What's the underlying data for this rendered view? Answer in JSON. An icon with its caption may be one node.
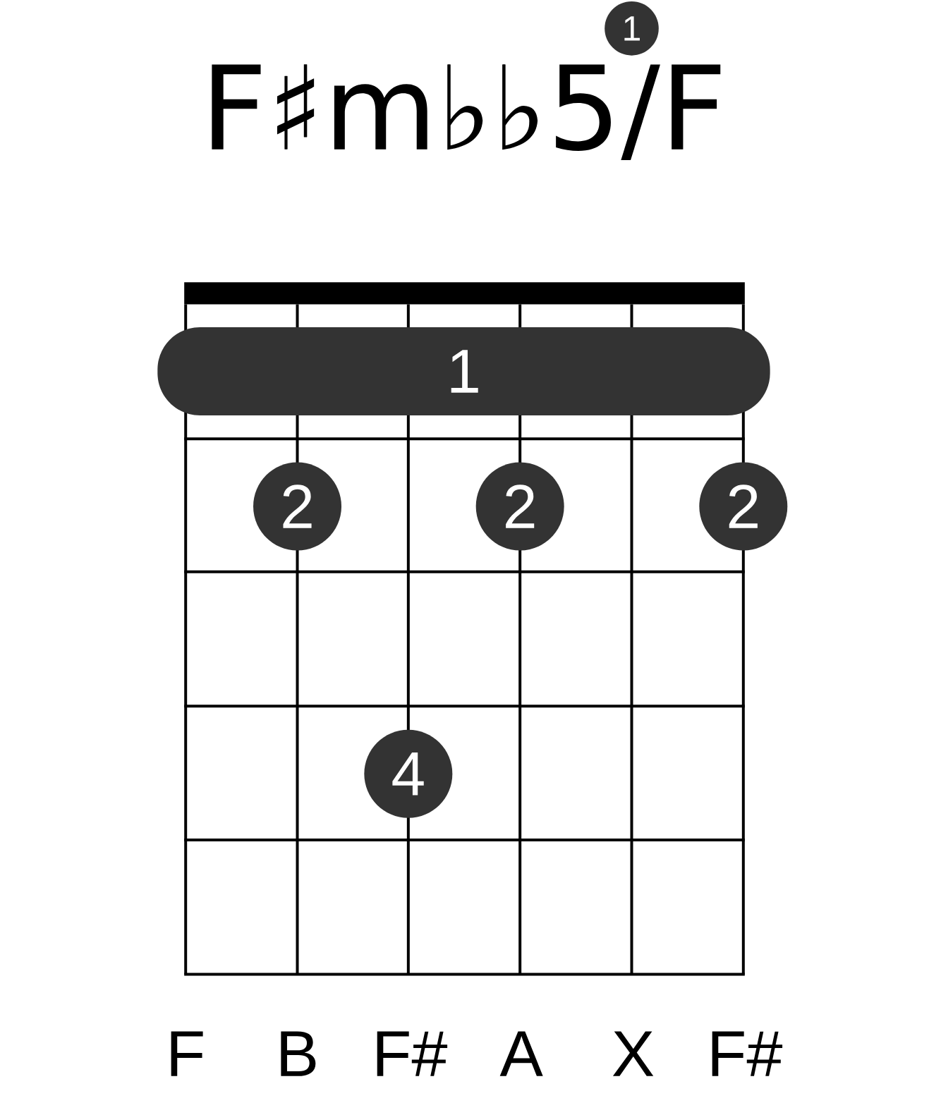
{
  "diagram": {
    "title": "F♯m♭♭5/F",
    "nodes": [
      {
        "text": [
          "1"
        ]
      },
      {
        "text": [
          "1"
        ]
      },
      {
        "text": [
          "2"
        ]
      },
      {
        "text": [
          "2"
        ]
      },
      {
        "text": [
          "2"
        ]
      },
      {
        "text": [
          "4"
        ]
      }
    ],
    "labels": [
      "F",
      "B",
      "F#",
      "A",
      "X",
      "F#"
    ]
  }
}
